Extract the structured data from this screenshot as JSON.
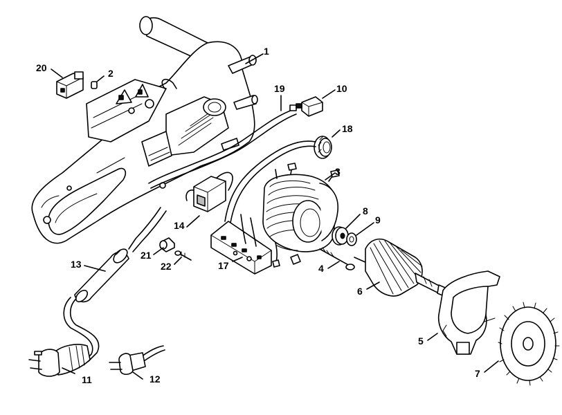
{
  "callouts": [
    {
      "id": "1",
      "text": "1"
    },
    {
      "id": "2",
      "text": "2"
    },
    {
      "id": "3",
      "text": "3"
    },
    {
      "id": "4",
      "text": "4"
    },
    {
      "id": "5",
      "text": "5"
    },
    {
      "id": "6",
      "text": "6"
    },
    {
      "id": "7",
      "text": "7"
    },
    {
      "id": "8",
      "text": "8"
    },
    {
      "id": "9",
      "text": "9"
    },
    {
      "id": "10",
      "text": "10"
    },
    {
      "id": "11",
      "text": "11"
    },
    {
      "id": "12",
      "text": "12"
    },
    {
      "id": "13",
      "text": "13"
    },
    {
      "id": "14",
      "text": "14"
    },
    {
      "id": "17",
      "text": "17"
    },
    {
      "id": "18",
      "text": "18"
    },
    {
      "id": "19",
      "text": "19"
    },
    {
      "id": "20",
      "text": "20"
    },
    {
      "id": "21",
      "text": "21"
    },
    {
      "id": "22",
      "text": "22"
    }
  ]
}
